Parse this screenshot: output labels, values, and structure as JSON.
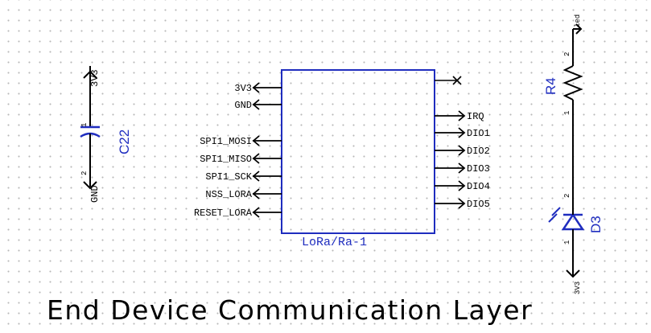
{
  "title": "End Device Communication Layer",
  "module": {
    "part_label": "LoRa/Ra-1",
    "left_pins": [
      "3V3",
      "GND",
      "SPI1_MOSI",
      "SPI1_MISO",
      "SPI1_SCK",
      "NSS_LORA",
      "RESET_LORA"
    ],
    "right_pins": [
      "IRQ",
      "DIO1",
      "DIO2",
      "DIO3",
      "DIO4",
      "DIO5"
    ]
  },
  "capacitor": {
    "ref": "C22",
    "top_net": "3V3",
    "bottom_net": "GND",
    "pin_top": "1",
    "pin_bottom": "2"
  },
  "resistor": {
    "ref": "R4",
    "top_net": "led",
    "pin_top": "2",
    "pin_bottom": "1"
  },
  "led": {
    "ref": "D3",
    "bottom_net": "3V3",
    "pin_top": "2",
    "pin_bottom": "1"
  },
  "colors": {
    "wire": "#000000",
    "component": "#1f2dbf",
    "grid_dot": "#b8b8b8"
  }
}
